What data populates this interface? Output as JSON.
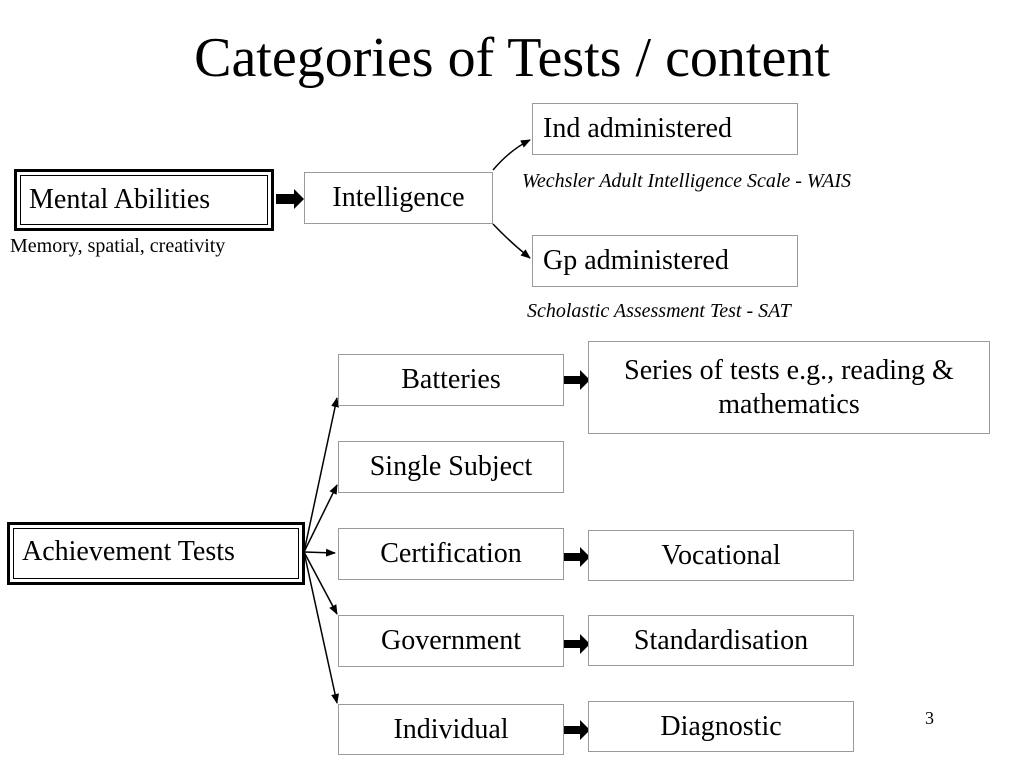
{
  "title": "Categories of Tests / content",
  "mental": {
    "label": "Mental Abilities",
    "note": "Memory, spatial, creativity",
    "intelligence": "Intelligence",
    "ind": "Ind administered",
    "ind_example": "Wechsler Adult Intelligence Scale - WAIS",
    "gp": "Gp administered",
    "gp_example": "Scholastic Assessment Test - SAT"
  },
  "achievement": {
    "label": "Achievement Tests",
    "batteries": "Batteries",
    "batteries_desc": "Series of tests e.g., reading & mathematics",
    "single": "Single Subject",
    "certification": "Certification",
    "certification_desc": "Vocational",
    "government": "Government",
    "government_desc": "Standardisation",
    "individual": "Individual",
    "individual_desc": "Diagnostic"
  },
  "page_number": "3"
}
